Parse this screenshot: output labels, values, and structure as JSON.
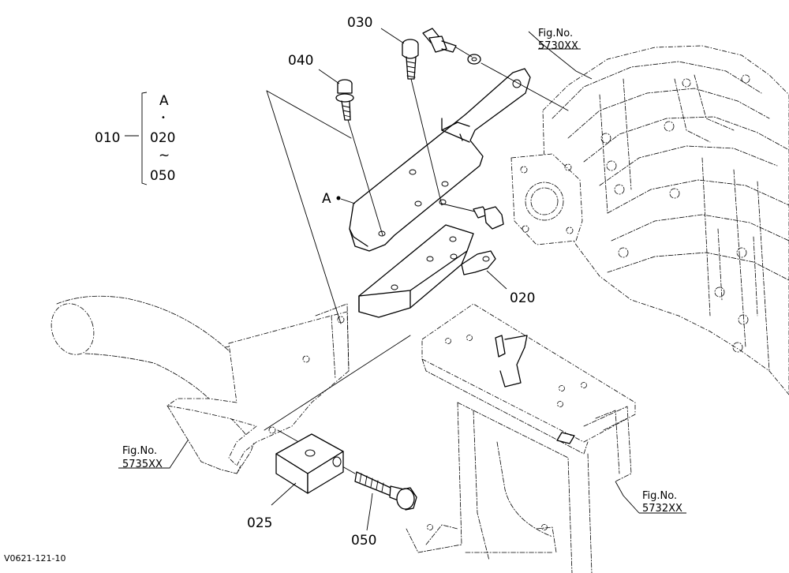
{
  "labels": {
    "p030": "030",
    "p040": "040",
    "p010": "010",
    "p010_a": "A",
    "p010_dot": "•",
    "p010_020": "020",
    "p010_tilde": "~",
    "p010_050": "050",
    "pointA": "A",
    "p020": "020",
    "p025": "025",
    "p050": "050",
    "fig5730_a": "Fig.No.",
    "fig5730_b": "5730XX",
    "fig5735_a": "Fig.No.",
    "fig5735_b": "5735XX",
    "fig5732_a": "Fig.No.",
    "fig5732_b": "5732XX",
    "code": "V0621-121-10"
  }
}
